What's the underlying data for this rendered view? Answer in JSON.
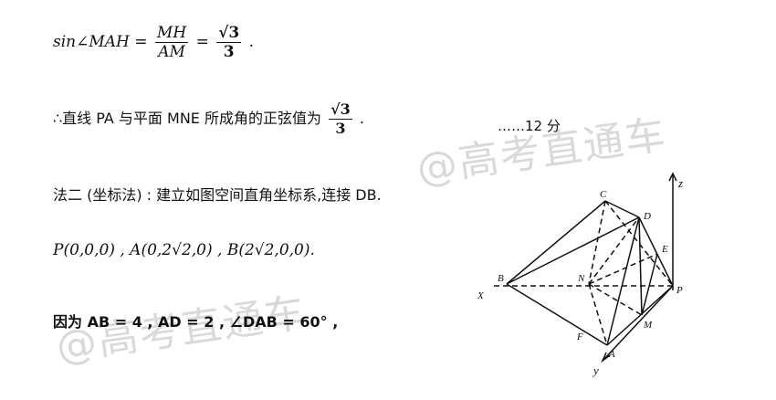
{
  "line1": {
    "lhs": "sin∠MAH =",
    "f1_num": "MH",
    "f1_den": "AM",
    "eq": "=",
    "f2_num": "√3",
    "f2_den": "3",
    "end": "."
  },
  "line2": {
    "text": "∴直线 PA 与平面 MNE 所成角的正弦值为",
    "f_num": "√3",
    "f_den": "3",
    "end": ".",
    "score": "……12 分"
  },
  "line3": {
    "text": "法二 (坐标法) : 建立如图空间直角坐标系,连接 DB."
  },
  "line4": {
    "text": "P(0,0,0) , A(0,2√2,0) , B(2√2,0,0)."
  },
  "line5": {
    "text": "因为 AB = 4 , AD = 2 , ∠DAB = 60° ,"
  },
  "watermark": "@高考直通车",
  "figure": {
    "labels": {
      "C": "C",
      "D": "D",
      "E": "E",
      "B": "B",
      "N": "N",
      "P": "P",
      "M": "M",
      "F": "F",
      "A": "A",
      "X": "X",
      "y": "y",
      "z": "z"
    }
  }
}
